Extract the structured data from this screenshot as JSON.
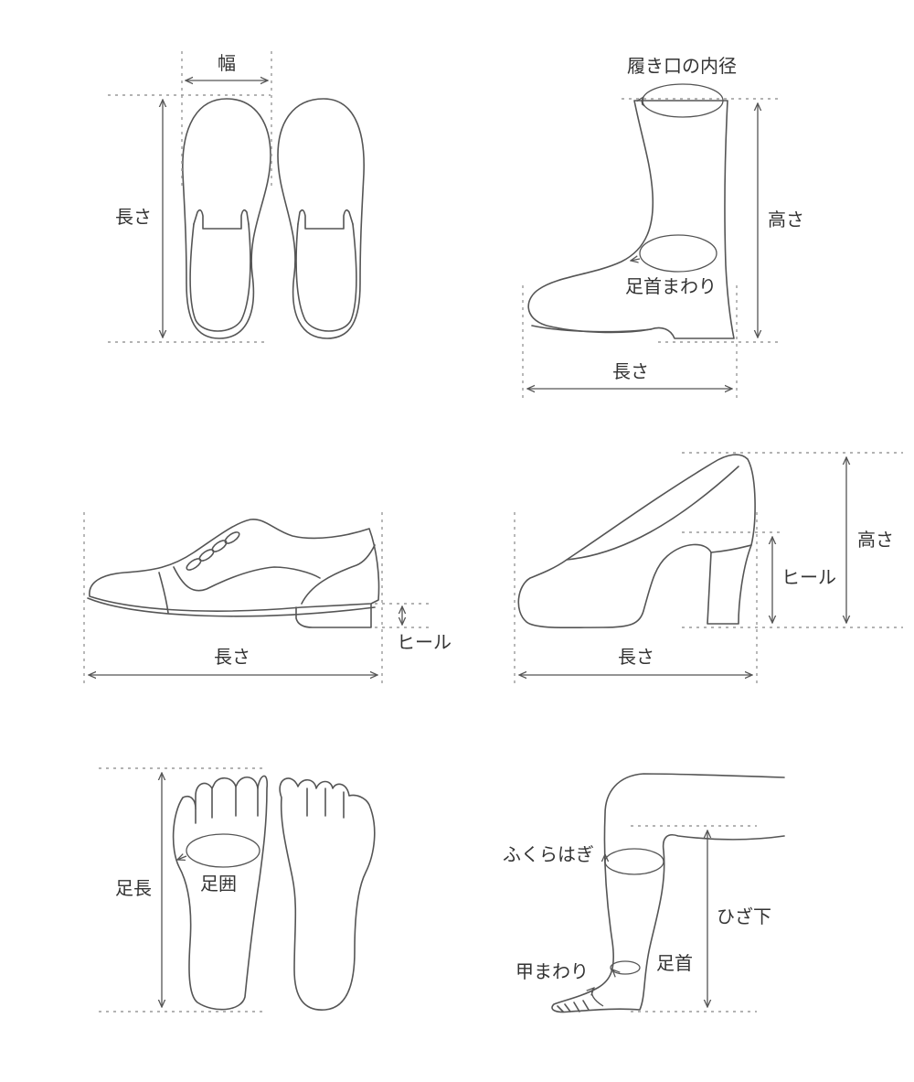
{
  "labels": {
    "sneaker_width": "幅",
    "sneaker_length": "長さ",
    "boot_opening": "履き口の内径",
    "boot_height": "高さ",
    "boot_ankle": "足首まわり",
    "boot_length": "長さ",
    "oxford_length": "長さ",
    "oxford_heel": "ヒール",
    "pump_height": "高さ",
    "pump_heel": "ヒール",
    "pump_length": "長さ",
    "foot_length": "足長",
    "foot_girth": "足囲",
    "leg_calf": "ふくらはぎ",
    "leg_below_knee": "ひざ下",
    "leg_instep": "甲まわり",
    "leg_ankle": "足首"
  }
}
